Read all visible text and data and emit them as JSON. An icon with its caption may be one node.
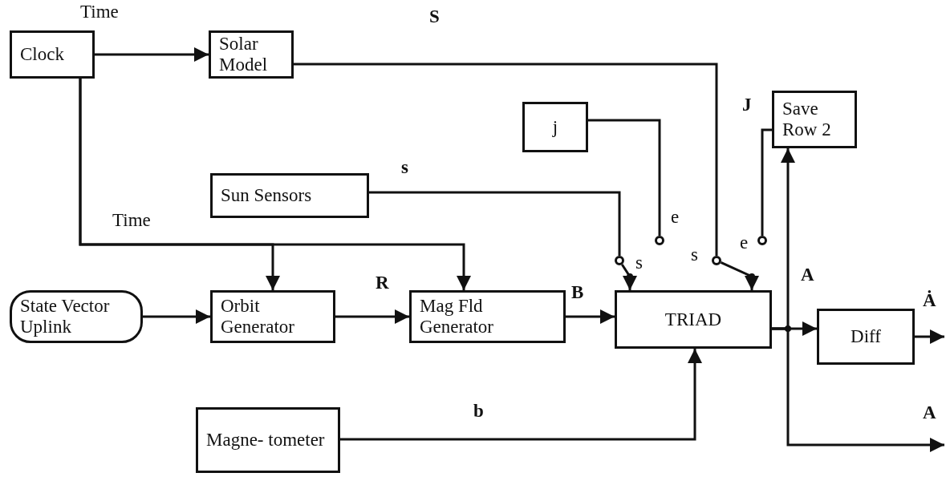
{
  "diagram": {
    "nodes": [
      {
        "text": [
          "Clock"
        ]
      },
      {
        "text": [
          "Solar Model"
        ]
      },
      {
        "text": [
          "j"
        ]
      },
      {
        "text": [
          "Save Row 2"
        ]
      },
      {
        "text": [
          "Sun Sensors"
        ]
      },
      {
        "text": [
          "State Vector Uplink"
        ]
      },
      {
        "text": [
          "Orbit Generator"
        ]
      },
      {
        "text": [
          "Mag Fld Generator"
        ]
      },
      {
        "text": [
          "TRIAD"
        ]
      },
      {
        "text": [
          "Diff"
        ]
      },
      {
        "text": [
          "Magne- tometer"
        ]
      },
      {
        "text": [],
        "shape": "circle",
        "beside": [
          "s"
        ]
      },
      {
        "text": [],
        "shape": "circle",
        "beside": [
          "e"
        ]
      },
      {
        "text": [],
        "shape": "circle",
        "beside": [
          "s"
        ]
      },
      {
        "text": [],
        "shape": "circle",
        "beside": [
          "e"
        ]
      }
    ],
    "edges": [
      {
        "from": 0,
        "to": 1,
        "arrow": "to",
        "label": "Time"
      },
      {
        "from": 0,
        "to": 6,
        "arrow": "to",
        "label": "Time"
      },
      {
        "from": 0,
        "to": 7,
        "arrow": "to"
      },
      {
        "from": 5,
        "to": 6,
        "arrow": "to"
      },
      {
        "from": 6,
        "to": 7,
        "arrow": "to",
        "label": "R"
      },
      {
        "from": 7,
        "to": 8,
        "arrow": "to",
        "label": "B"
      },
      {
        "from": 10,
        "to": 8,
        "arrow": "to",
        "label": "b"
      },
      {
        "from": 4,
        "to": 11,
        "arrow": "none",
        "label": "s"
      },
      {
        "from": 2,
        "to": 12,
        "arrow": "none"
      },
      {
        "from": 11,
        "to": 8,
        "arrow": "to"
      },
      {
        "from": 1,
        "to": 13,
        "arrow": "none",
        "label": "S"
      },
      {
        "from": 3,
        "to": 14,
        "arrow": "none",
        "label": "J"
      },
      {
        "from": 13,
        "to": 8,
        "arrow": "to"
      },
      {
        "from": 8,
        "to": 9,
        "arrow": "to"
      },
      {
        "from": 8,
        "to": 3,
        "arrow": "to",
        "label": "A"
      },
      {
        "from": 8,
        "to": null,
        "arrow": "to",
        "label": "A"
      },
      {
        "from": 9,
        "to": null,
        "arrow": "to",
        "label": "Ȧ"
      }
    ]
  }
}
